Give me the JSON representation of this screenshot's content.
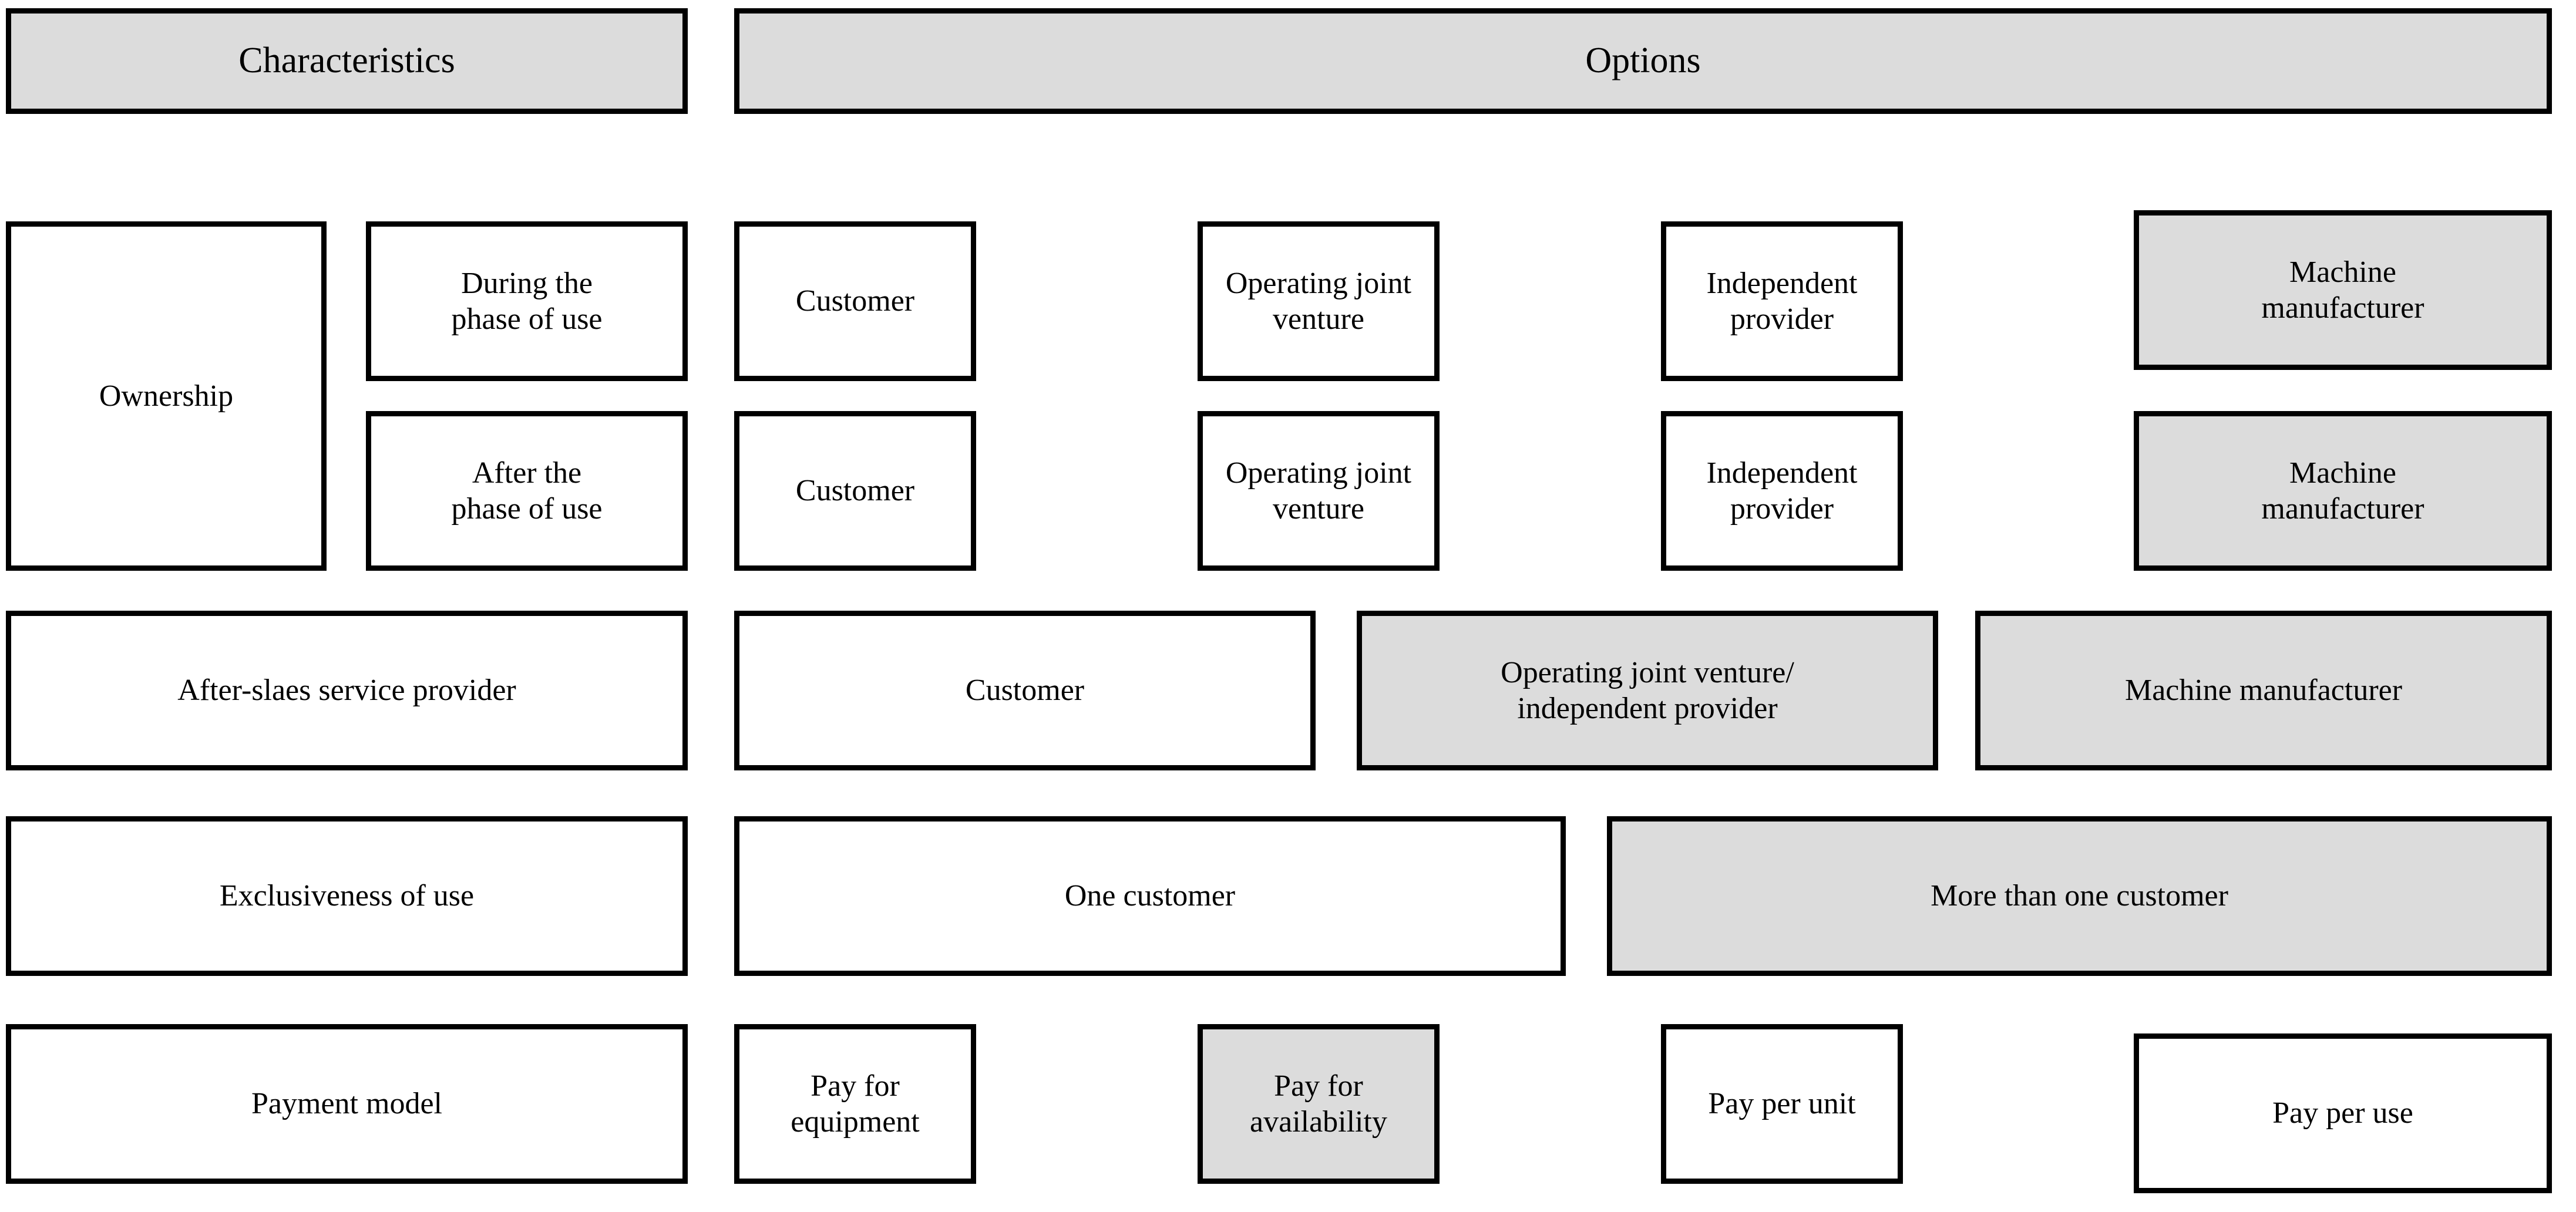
{
  "figure": {
    "type": "morphological-box",
    "headers": {
      "characteristics": "Characteristics",
      "options": "Options"
    },
    "colors": {
      "page_background": "#ffffff",
      "box_border": "#000000",
      "box_fill_default": "#ffffff",
      "box_fill_highlighted": "#dcdcdc",
      "text": "#000000"
    },
    "rows": [
      {
        "id": "ownership",
        "label": "Ownership",
        "sublabels": [
          "During the\nphase of use",
          "After the\nphase of use"
        ],
        "subrows": [
          {
            "sublabel": "During the\nphase of use",
            "options": [
              {
                "label": "Customer",
                "highlighted": false
              },
              {
                "label": "Operating joint\nventure",
                "highlighted": false
              },
              {
                "label": "Independent\nprovider",
                "highlighted": false
              },
              {
                "label": "Machine\nmanufacturer",
                "highlighted": true
              }
            ]
          },
          {
            "sublabel": "After the\nphase of use",
            "options": [
              {
                "label": "Customer",
                "highlighted": false
              },
              {
                "label": "Operating joint\nventure",
                "highlighted": false
              },
              {
                "label": "Independent\nprovider",
                "highlighted": false
              },
              {
                "label": "Machine\nmanufacturer",
                "highlighted": true
              }
            ]
          }
        ]
      },
      {
        "id": "after-sales-service-provider",
        "label": "After-slaes service provider",
        "options": [
          {
            "label": "Customer",
            "highlighted": false
          },
          {
            "label": "Operating joint venture/\nindependent provider",
            "highlighted": true
          },
          {
            "label": "Machine manufacturer",
            "highlighted": true
          }
        ]
      },
      {
        "id": "exclusiveness-of-use",
        "label": "Exclusiveness of use",
        "options": [
          {
            "label": "One customer",
            "highlighted": false
          },
          {
            "label": "More than one customer",
            "highlighted": true
          }
        ]
      },
      {
        "id": "payment-model",
        "label": "Payment model",
        "options": [
          {
            "label": "Pay for\nequipment",
            "highlighted": false
          },
          {
            "label": "Pay for\navailability",
            "highlighted": true
          },
          {
            "label": "Pay per unit",
            "highlighted": false
          },
          {
            "label": "Pay per use",
            "highlighted": false
          }
        ]
      }
    ]
  }
}
